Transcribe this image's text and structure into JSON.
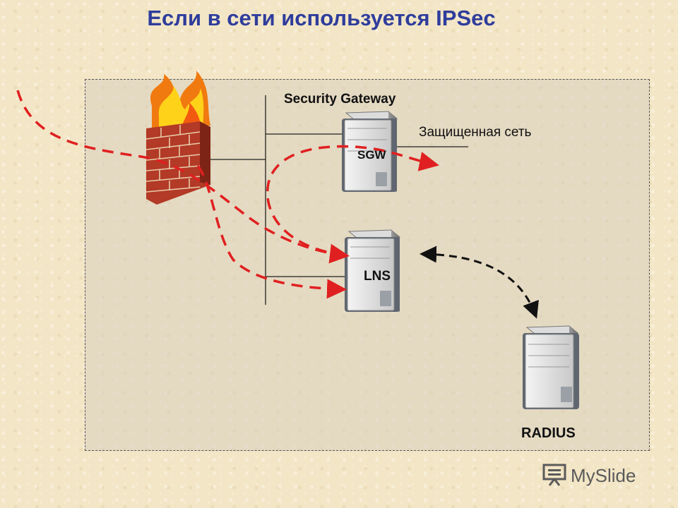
{
  "title": "Если в сети используется IPSec",
  "labels": {
    "security_gateway": "Security Gateway",
    "protected_network": "Защищенная сеть",
    "sgw": "SGW",
    "lns": "LNS",
    "radius": "RADIUS"
  },
  "logo": {
    "text": "MySlide",
    "icon": "projector-screen-icon"
  },
  "colors": {
    "title": "#2f3d9c",
    "tunnel_arrow": "#e02020",
    "radius_link": "#111111"
  }
}
